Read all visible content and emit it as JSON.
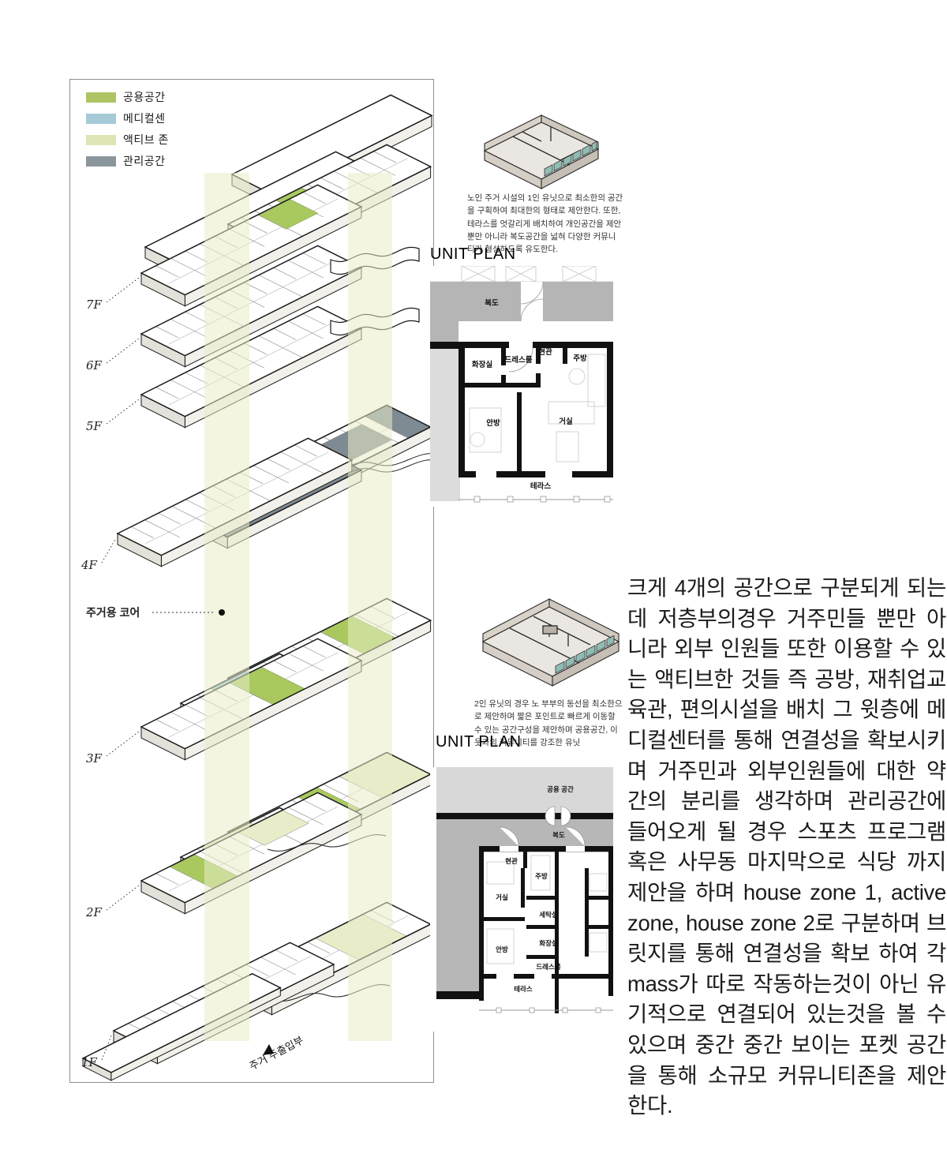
{
  "legend": {
    "items": [
      {
        "label": "공용공간",
        "color": "#aec464"
      },
      {
        "label": "메디컬센",
        "color": "#a6cad7"
      },
      {
        "label": "액티브 존",
        "color": "#dfe4b4"
      },
      {
        "label": "관리공간",
        "color": "#8b969c"
      }
    ]
  },
  "axon": {
    "floor_labels": [
      "7F",
      "6F",
      "5F",
      "4F",
      "3F",
      "2F",
      "1F"
    ],
    "core_label": "주거용 코어",
    "entrance_label": "주거 주출입부",
    "zone_colors": {
      "public": "#a9c95f",
      "medical": "#8cc0d4",
      "active": "#e9ecc9",
      "admin": "#7e8b93"
    }
  },
  "unit1": {
    "description": "노인 주거 시설의 1인 유닛으로 최소한의 공간을 구획하여 최대한의 형태로 제안한다. 또한, 테라스를 엇갈리게 배치하여 개인공간을 제안 뿐만 아니라 복도공간을 넓혀 다양한 커뮤니티가 형성하도록 유도한다.",
    "title": "UNIT PLAN",
    "rooms": [
      "복도",
      "화장실",
      "드레스룸",
      "현관",
      "주방",
      "안방",
      "거실",
      "테라스"
    ]
  },
  "unit2": {
    "description": "2인 유닛의 경우 노 부부의 동선을 최소한으로 제안하며 짧은 포인트로 빠르게 이동할 수 있는 공간구성을 제안하며 공용공간, 이웃과의 커뮤니티를 강조한 유닛",
    "title": "UNIT PLAN",
    "rooms": [
      "공용 공간",
      "복도",
      "현관",
      "주방",
      "거실",
      "세탁실",
      "안방",
      "화장실",
      "드레스룸",
      "테라스"
    ]
  },
  "main_text": "크게 4개의 공간으로 구분되게 되는데 저층부의경우 거주민들 뿐만 아니라 외부 인원들 또한 이용할 수 있는 액티브한 것들 즉 공방, 재취업교육관, 편의시설을 배치 그 윗층에 메디컬센터를 통해 연결성을 확보시키며 거주민과 외부인원들에 대한 약간의 분리를 생각하며 관리공간에 들어오게 될 경우 스포츠 프로그램 혹은 사무동 마지막으로 식당 까지 제안을 하며 house zone 1, active zone, house zone 2로 구분하며 브릿지를 통해 연결성을 확보 하여 각 mass가 따로 작동하는것이 아닌 유기적으로 연결되어 있는것을 볼 수 있으며 중간 중간 보이는 포켓 공간을 통해 소규모 커뮤니티존을 제안한다."
}
